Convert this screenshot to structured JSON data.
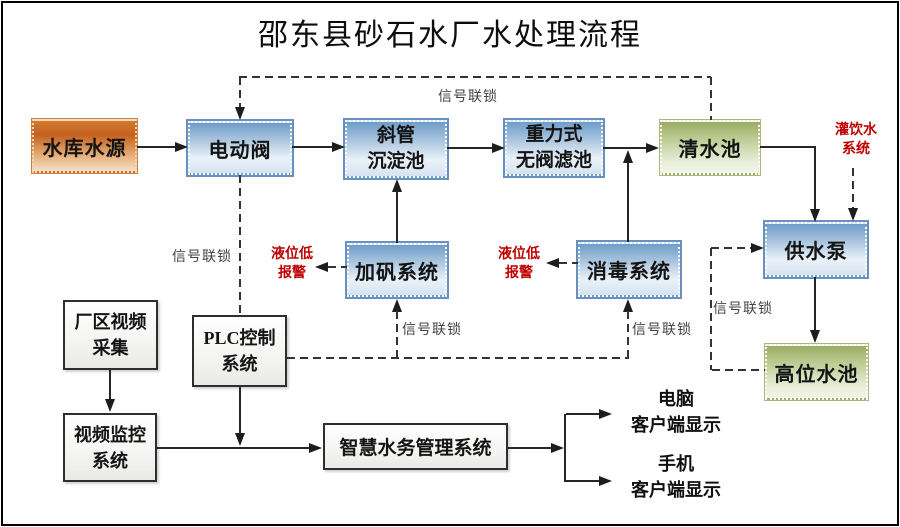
{
  "title": "邵东县砂石水厂水处理流程",
  "nodes": {
    "reservoir": {
      "label": "水库水源"
    },
    "electric_valve": {
      "label": "电动阀"
    },
    "sedimentation": {
      "line1": "斜管",
      "line2": "沉淀池"
    },
    "gravity_filter": {
      "line1": "重力式",
      "line2": "无阀滤池"
    },
    "clear_water_pool": {
      "label": "清水池"
    },
    "water_pump": {
      "label": "供水泵"
    },
    "elevated_pool": {
      "label": "高位水池"
    },
    "alum_dosing": {
      "label": "加矾系统"
    },
    "disinfection": {
      "label": "消毒系统"
    },
    "plc": {
      "line1": "PLC控制",
      "line2": "系统"
    },
    "video_capture": {
      "line1": "厂区视频",
      "line2": "采集"
    },
    "video_monitor": {
      "line1": "视频监控",
      "line2": "系统"
    },
    "smart_water": {
      "label": "智慧水务管理系统"
    }
  },
  "labels": {
    "signal_interlock": "信号联锁",
    "low_level_alarm": {
      "line1": "液位低",
      "line2": "报警"
    },
    "irrigation": {
      "line1": "灌饮水",
      "line2": "系统"
    },
    "pc_client": {
      "line1": "电脑",
      "line2": "客户端显示"
    },
    "phone_client": {
      "line1": "手机",
      "line2": "客户端显示"
    }
  },
  "colors": {
    "blue_node_top": "#6f9dc9",
    "green_node_top": "#9cac66",
    "orange_node_top": "#c4611f",
    "alert_red": "#c00000",
    "line": "#262626",
    "interlock_label": "#434343"
  }
}
